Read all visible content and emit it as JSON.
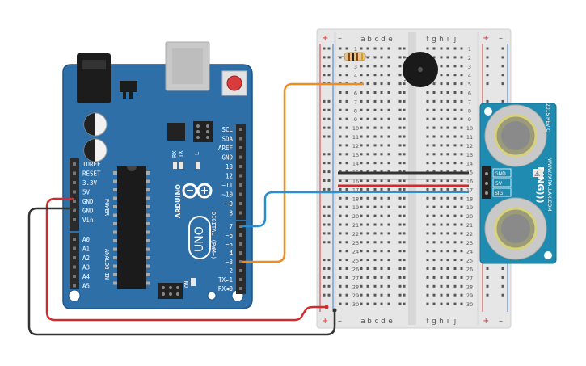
{
  "colors": {
    "board": "#2F6FA8",
    "board_edge": "#1E5487",
    "header": "#2b2b2b",
    "breadboard": "#e6e6e6",
    "rail_red": "#d43b3b",
    "rail_blue": "#3a7bd5",
    "wire_red": "#d42a2a",
    "wire_black": "#333333",
    "wire_orange": "#f08c1e",
    "wire_blue": "#2a8fd0",
    "sensor": "#1f8bb0"
  },
  "arduino": {
    "brand": "ARDUINO",
    "model": "UNO",
    "on_label": "ON",
    "tx_label": "TX",
    "rx_label": "RX",
    "l_label": "L",
    "power_label": "POWER",
    "analog_label": "ANALOG IN",
    "digital_label": "DIGITAL (PWM~)",
    "power_pins": [
      "IOREF",
      "RESET",
      "3.3V",
      "5V",
      "GND",
      "GND",
      "Vin"
    ],
    "analog_pins": [
      "A0",
      "A1",
      "A2",
      "A3",
      "A4",
      "A5"
    ],
    "top_pins": [
      "SCL",
      "SDA",
      "AREF",
      "GND",
      "13",
      "12",
      "~11",
      "~10",
      "~9",
      "8"
    ],
    "digital_pins": [
      "7",
      "~6",
      "~5",
      "4",
      "~3",
      "2",
      "TX►1",
      "RX◄0"
    ]
  },
  "breadboard": {
    "columns_left": [
      "a",
      "b",
      "c",
      "d",
      "e"
    ],
    "columns_right": [
      "f",
      "g",
      "h",
      "i",
      "j"
    ],
    "rows": [
      "1",
      "2",
      "3",
      "4",
      "5",
      "6",
      "7",
      "8",
      "9",
      "10",
      "11",
      "12",
      "13",
      "14",
      "15",
      "16",
      "17",
      "18",
      "19",
      "20",
      "21",
      "22",
      "23",
      "24",
      "25",
      "26",
      "27",
      "28",
      "29",
      "30"
    ],
    "plus": "+",
    "minus": "–"
  },
  "sensor": {
    "name": "PING)))",
    "pins": [
      "GND",
      "5V",
      "SIG"
    ],
    "rev": "2015 REV C",
    "site": "WWW.PARALLAX.COM",
    "badge": "⚠"
  }
}
